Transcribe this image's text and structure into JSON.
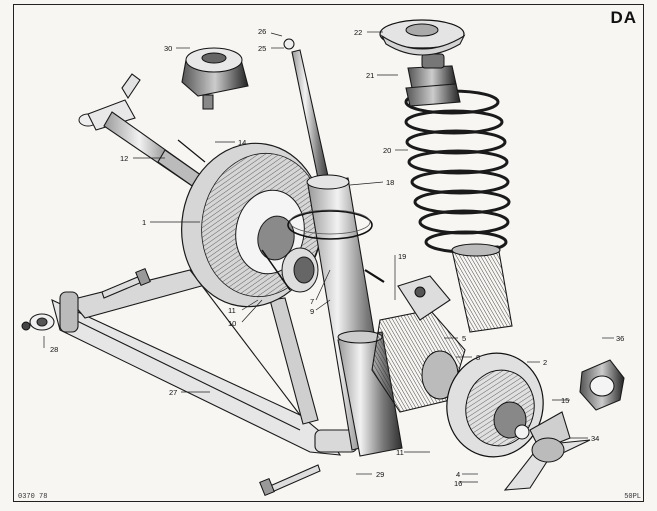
{
  "header": {
    "section_code": "DA"
  },
  "footer": {
    "reference_left": "0370 78",
    "reference_right": "50PL"
  },
  "callouts": {
    "c1": "1",
    "c2": "2",
    "c4": "4",
    "c5": "5",
    "c7": "7",
    "c8": "8",
    "c9": "9",
    "c10": "10",
    "c11a": "11",
    "c11b": "11",
    "c12": "12",
    "c14": "14",
    "c15": "15",
    "c16": "16",
    "c18": "18",
    "c19": "19",
    "c20": "20",
    "c21": "21",
    "c22": "22",
    "c25": "25",
    "c26": "26",
    "c27": "27",
    "c28": "28",
    "c29": "29",
    "c30": "30",
    "c34": "34",
    "c36": "36"
  }
}
